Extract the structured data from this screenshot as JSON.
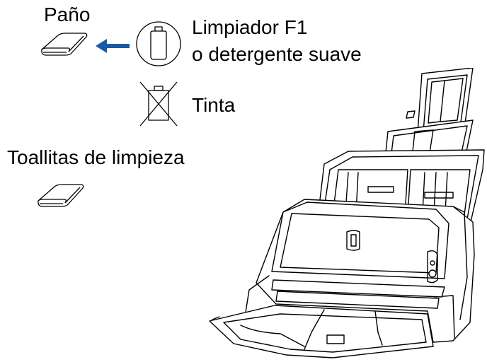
{
  "labels": {
    "cloth": "Paño",
    "cleaner_line1": "Limpiador F1",
    "cleaner_line2": "o detergente suave",
    "ink": "Tinta",
    "wipes": "Toallitas de limpieza"
  },
  "icons": {
    "cloth": "folded-cloth-icon",
    "arrow": "left-arrow-icon",
    "cleaner_bottle": "cleaner-bottle-icon",
    "ink_prohibited": "ink-bottle-crossed-icon",
    "wipes": "cleaning-wipes-icon",
    "device": "document-scanner-illustration"
  },
  "colors": {
    "arrow": "#1a5aa6",
    "line": "#000000"
  }
}
